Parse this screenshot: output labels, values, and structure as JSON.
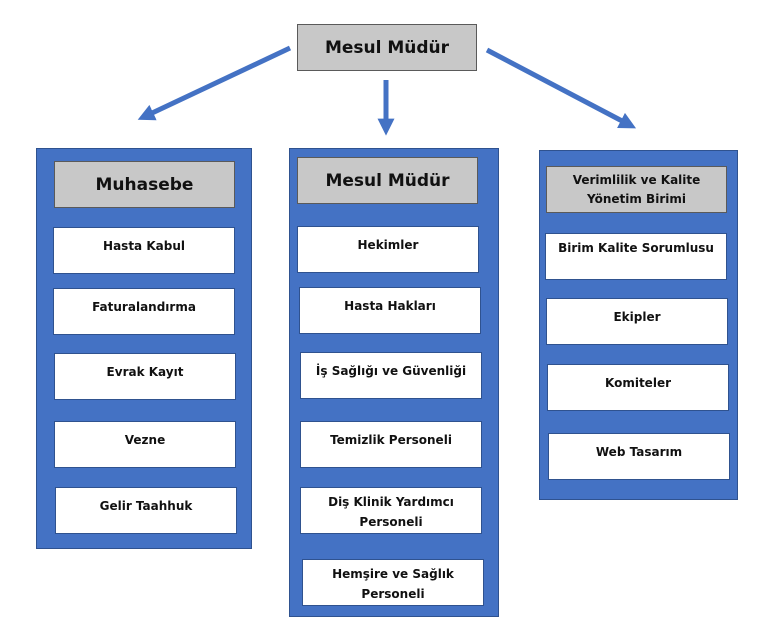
{
  "top": {
    "title": "Mesul Müdür"
  },
  "colors": {
    "panel": "#4472c4",
    "header": "#c8c8c8",
    "arrow": "#4472c4"
  },
  "columns": [
    {
      "header": "Muhasebe",
      "items": [
        "Hasta Kabul",
        "Faturalandırma",
        "Evrak Kayıt",
        "Vezne",
        "Gelir Taahhuk"
      ]
    },
    {
      "header": "Mesul Müdür",
      "items": [
        "Hekimler",
        "Hasta Hakları",
        "İş Sağlığı ve Güvenliği",
        "Temizlik Personeli",
        "Diş Klinik Yardımcı Personeli",
        "Hemşire ve Sağlık Personeli"
      ]
    },
    {
      "header": "Verimlilik ve Kalite Yönetim Birimi",
      "items": [
        "Birim Kalite Sorumlusu",
        "Ekipler",
        "Komiteler",
        "Web Tasarım"
      ]
    }
  ]
}
